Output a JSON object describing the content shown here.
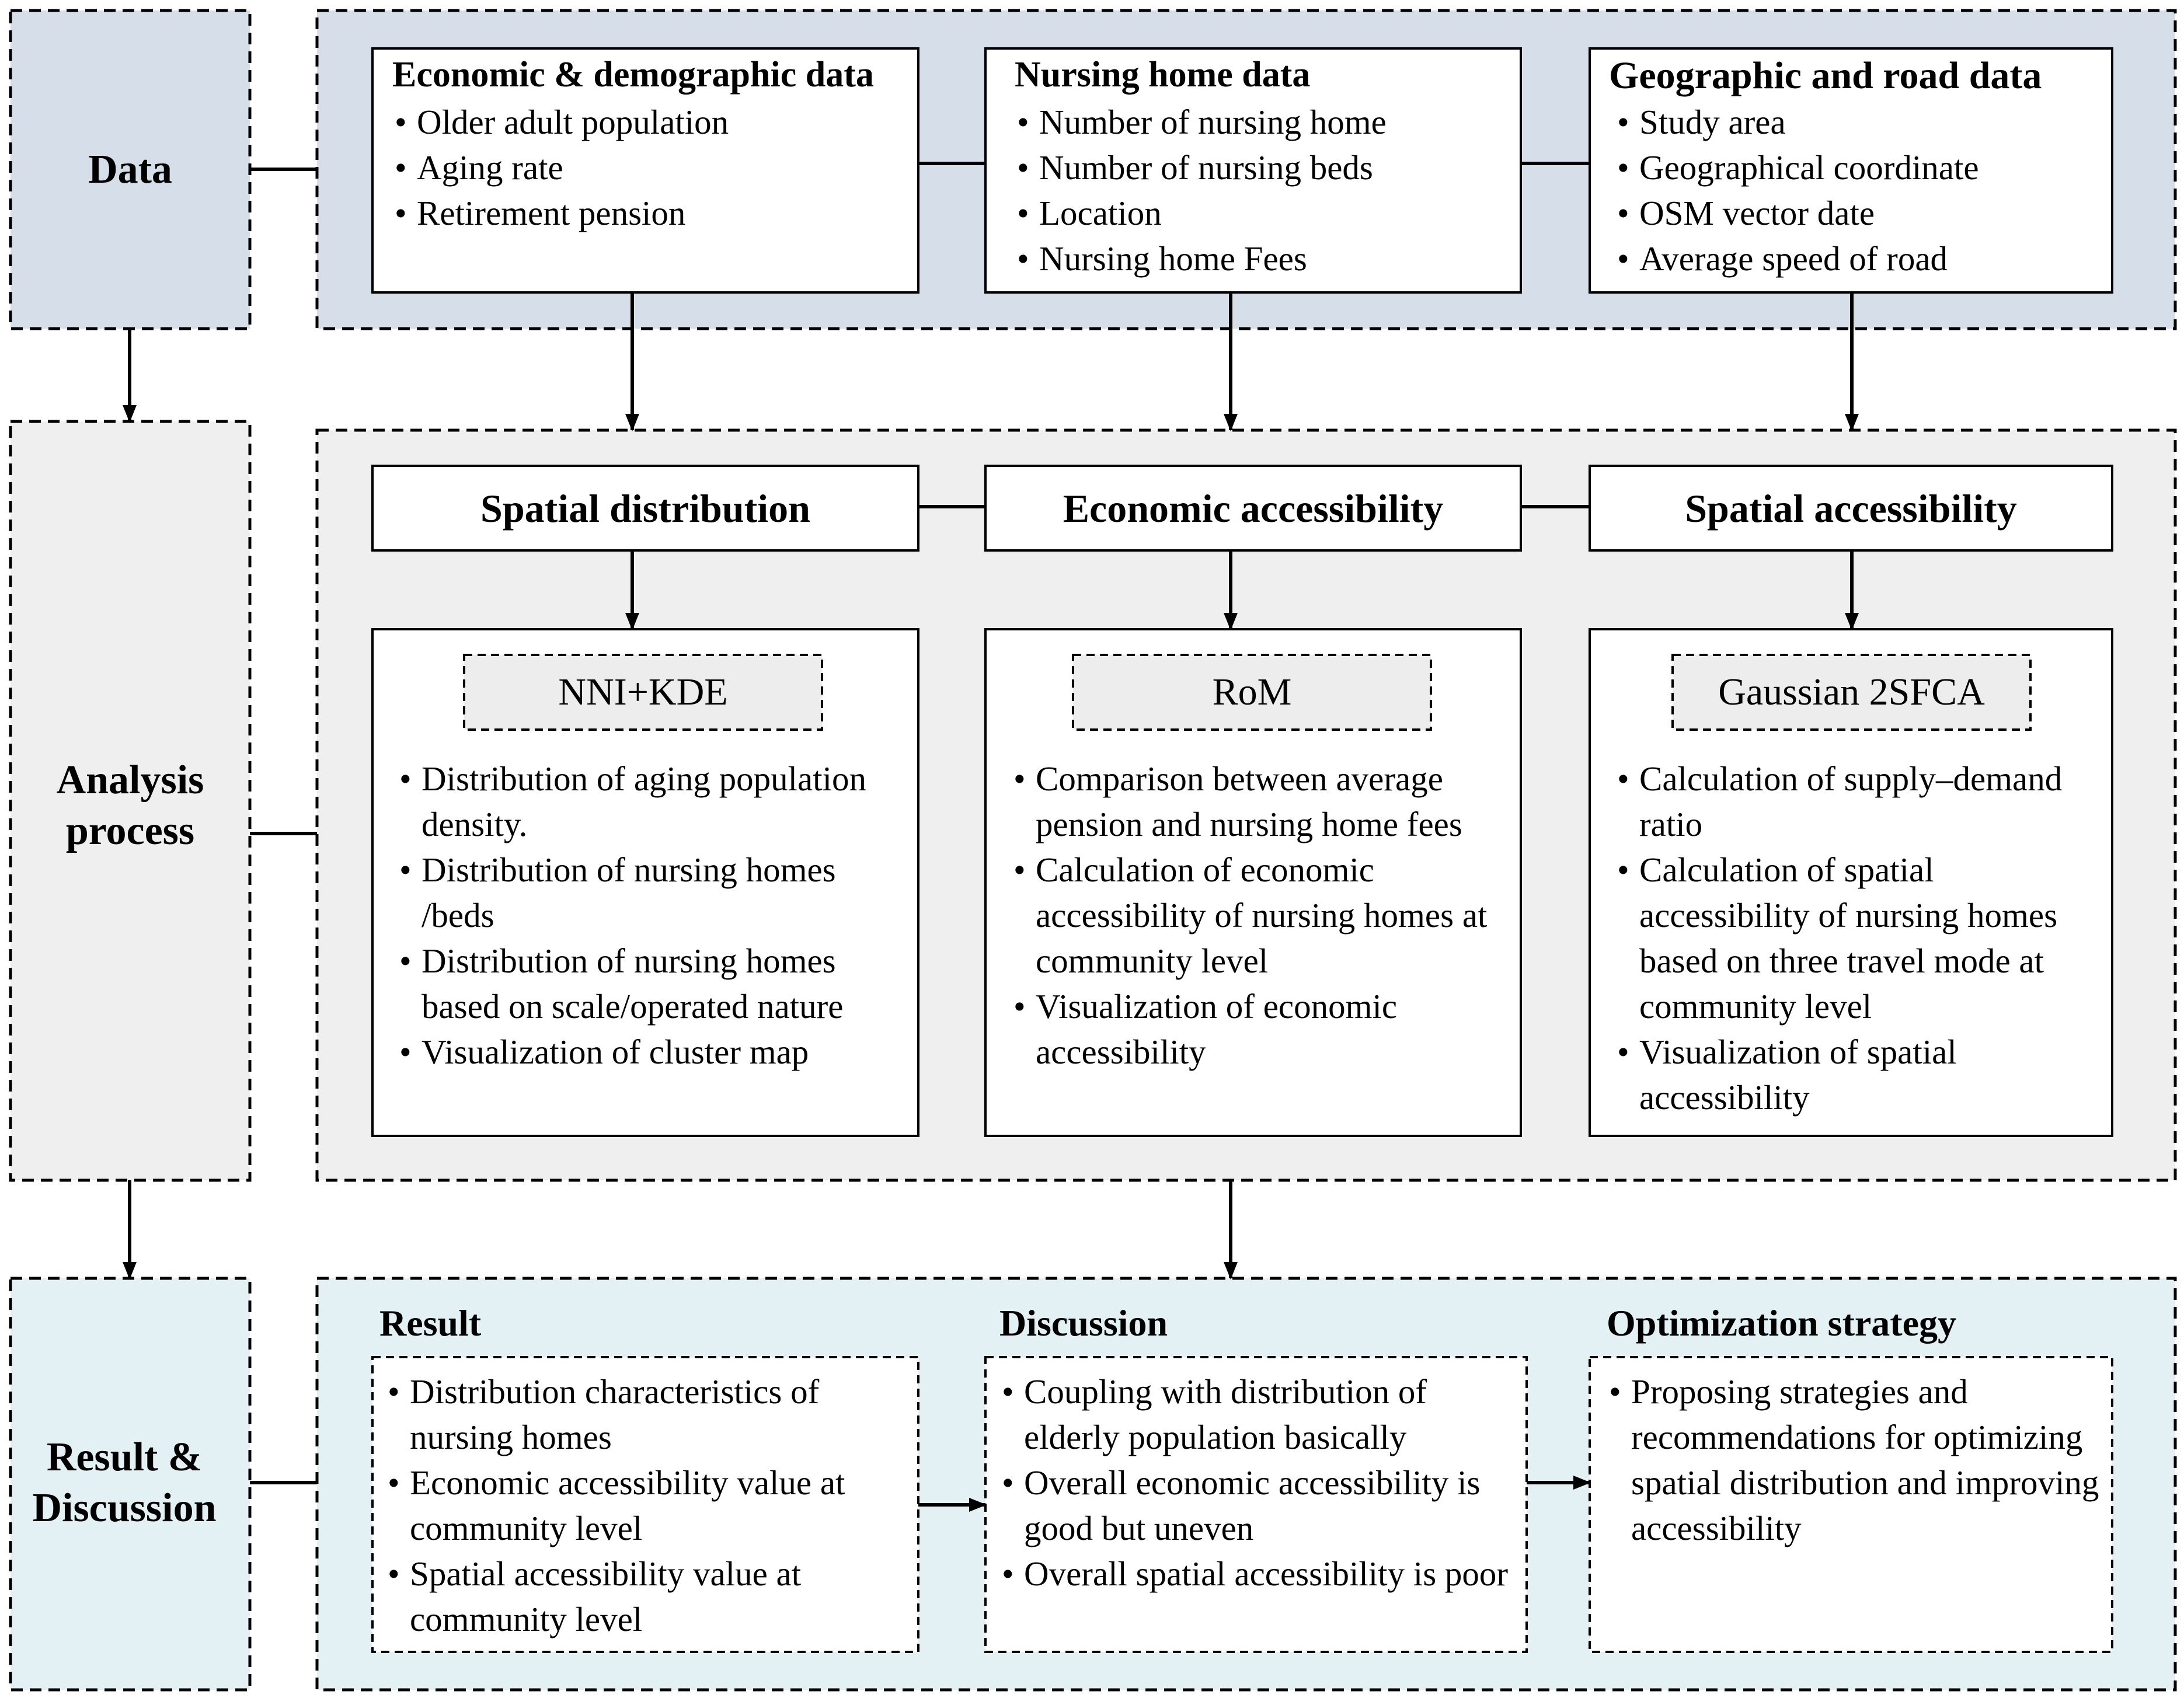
{
  "sections": {
    "data": "Data",
    "analysis": "Analysis process",
    "result": "Result & Discussion"
  },
  "data_boxes": [
    {
      "title": "Economic & demographic data",
      "items": [
        "Older adult population",
        "Aging rate",
        "Retirement pension"
      ]
    },
    {
      "title": "Nursing home data",
      "items": [
        "Number of nursing home",
        "Number of nursing beds",
        "Location",
        "Nursing home Fees"
      ]
    },
    {
      "title": "Geographic and road data",
      "items": [
        "Study area",
        "Geographical coordinate",
        "OSM vector date",
        "Average speed of road"
      ]
    }
  ],
  "analysis_heads": [
    "Spatial distribution",
    "Economic accessibility",
    "Spatial accessibility"
  ],
  "methods": [
    {
      "tag": "NNI+KDE",
      "items": [
        "Distribution of aging population density.",
        "Distribution of nursing homes /beds",
        "Distribution of nursing homes based on scale/operated nature",
        "Visualization of cluster map"
      ]
    },
    {
      "tag": "RoM",
      "items": [
        "Comparison between average pension and  nursing home fees",
        "Calculation of economic accessibility of nursing homes at community level",
        "Visualization of economic accessibility"
      ]
    },
    {
      "tag": "Gaussian 2SFCA",
      "items": [
        "Calculation of  supply–demand ratio",
        "Calculation of spatial accessibility of nursing homes based on three travel mode at community level",
        "Visualization of spatial accessibility"
      ]
    }
  ],
  "results": [
    {
      "title": "Result",
      "items": [
        "Distribution characteristics of nursing homes",
        "Economic accessibility value at community level",
        "Spatial accessibility value at community level"
      ]
    },
    {
      "title": "Discussion",
      "items": [
        " Coupling with  distribution of elderly population basically",
        " Overall economic accessibility is good but uneven",
        "Overall spatial accessibility is poor"
      ]
    },
    {
      "title": "Optimization strategy",
      "items": [
        "Proposing strategies and recommendations for optimizing spatial distribution and improving accessibility"
      ]
    }
  ],
  "colors": {
    "data_fill": "#d6dfe9",
    "analysis_fill": "#efefef",
    "result_fill": "#e3f1f4",
    "tag_fill": "#ededed",
    "stroke": "#000000"
  }
}
